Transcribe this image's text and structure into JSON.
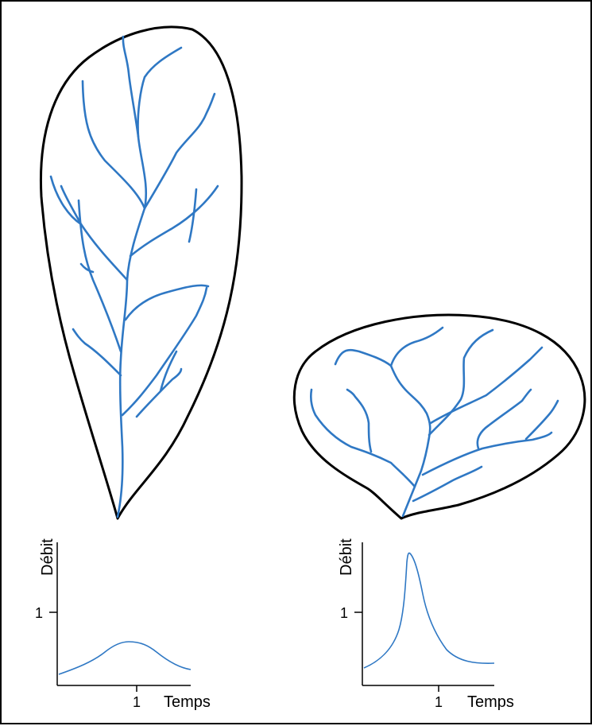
{
  "colors": {
    "outline": "#000000",
    "river": "#2f78c4",
    "background": "#ffffff"
  },
  "hydrographs": [
    {
      "id": "elongated",
      "y_label": "Débit",
      "x_label": "Temps",
      "y_tick_label": "1",
      "x_tick_label": "1"
    },
    {
      "id": "round",
      "y_label": "Débit",
      "x_label": "Temps",
      "y_tick_label": "1",
      "x_tick_label": "1"
    }
  ]
}
